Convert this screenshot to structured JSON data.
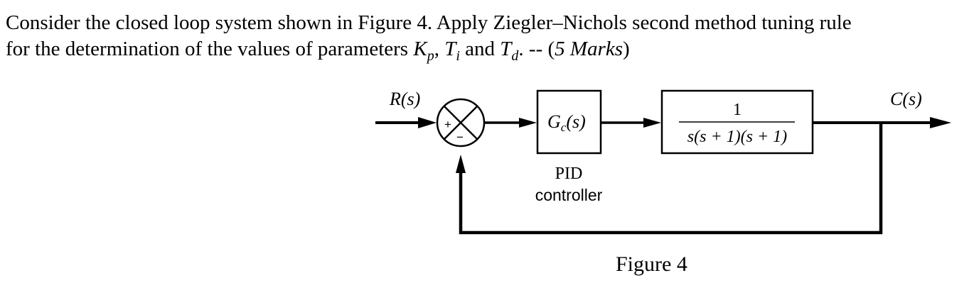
{
  "question": {
    "line1": "Consider the closed loop system shown in Figure 4. Apply Ziegler–Nichols second method tuning rule",
    "line2_pre": "for the determination of the values of parameters ",
    "kp_base": "K",
    "kp_sub": "p",
    "comma": ", ",
    "ti_base": "T",
    "ti_sub": "i",
    "and": " and ",
    "td_base": "T",
    "td_sub": "d",
    "dot_dash": ". -- (",
    "marks": "5 Marks",
    "close": ")"
  },
  "diagram": {
    "input_label": "R(s)",
    "output_label": "C(s)",
    "sum_plus": "+",
    "sum_minus": "−",
    "controller_label": "Gc(s)",
    "controller_main": "G",
    "controller_sub": "c",
    "controller_arg": "(s)",
    "plant_numerator": "1",
    "plant_denominator": "s(s + 1)(s + 1)",
    "controller_caption_line1": "PID",
    "controller_caption_line2": "controller"
  },
  "caption": "Figure 4"
}
